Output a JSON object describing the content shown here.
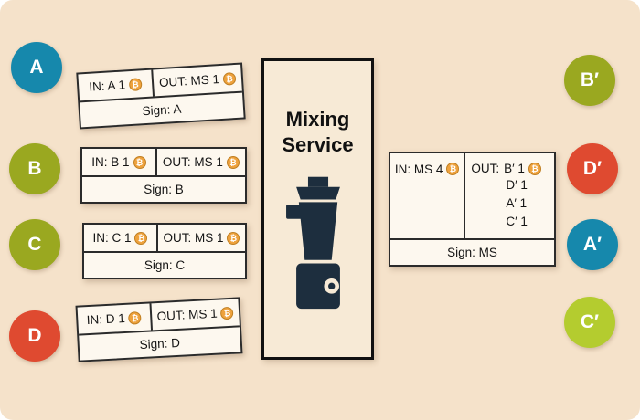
{
  "palette": {
    "background": "#f5e2ca",
    "teal": "#1688ac",
    "olive": "#9aa820",
    "red": "#df4a30",
    "lime": "#b4cc2f",
    "coin_fill": "#eea23d",
    "coin_edge": "#c07f22",
    "blender_ink": "#1d2e3e"
  },
  "coin_symbol": "₿",
  "mixing_service": {
    "title_line1": "Mixing",
    "title_line2": "Service"
  },
  "left_transactions": [
    {
      "user": "A",
      "in": "IN: A 1",
      "out": "OUT: MS 1",
      "sign": "Sign: A"
    },
    {
      "user": "B",
      "in": "IN: B 1",
      "out": "OUT: MS 1",
      "sign": "Sign: B"
    },
    {
      "user": "C",
      "in": "IN: C 1",
      "out": "OUT: MS 1",
      "sign": "Sign: C"
    },
    {
      "user": "D",
      "in": "IN: D 1",
      "out": "OUT: MS 1",
      "sign": "Sign: D"
    }
  ],
  "mix_transaction": {
    "in": "IN: MS 4",
    "out_label": "OUT:",
    "out_lines": [
      "B′ 1",
      "D′ 1",
      "A′ 1",
      "C′ 1"
    ],
    "sign": "Sign: MS"
  },
  "output_users": [
    "B′",
    "D′",
    "A′",
    "C′"
  ]
}
